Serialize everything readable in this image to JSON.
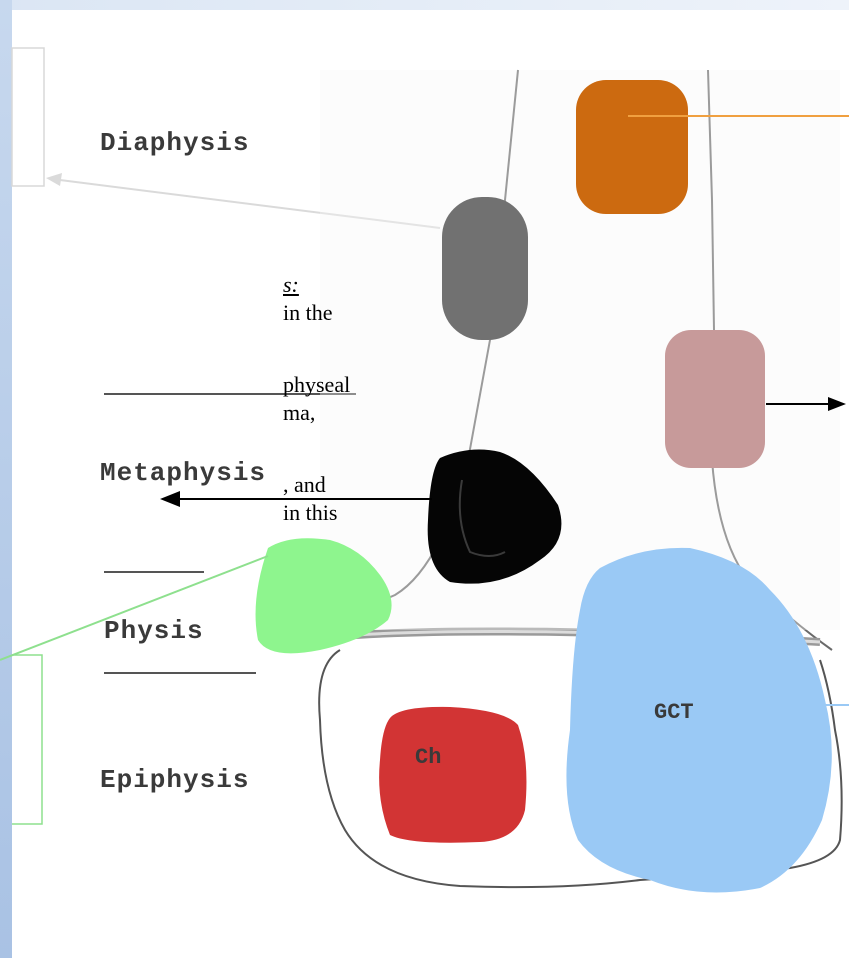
{
  "diagram": {
    "labels": {
      "diaphysis": "Diaphysis",
      "metaphysis": "Metaphysis",
      "physis": "Physis",
      "epiphysis": "Epiphysis"
    },
    "lesions": {
      "chondroblastoma": "Ch",
      "giant_cell_tumor": "GCT"
    },
    "colors": {
      "orange_lesion": "#cc6a10",
      "gray_lesion": "#717171",
      "pink_lesion": "#c79a9a",
      "black_lesion": "#050505",
      "green_lesion": "#8ef58e",
      "red_lesion": "#d23434",
      "blue_lesion": "#9ac9f5"
    }
  },
  "side_text": {
    "heading_fragment": "s:",
    "lines": [
      "in the",
      "",
      "physeal",
      "ma,",
      ", and",
      "in this"
    ]
  }
}
